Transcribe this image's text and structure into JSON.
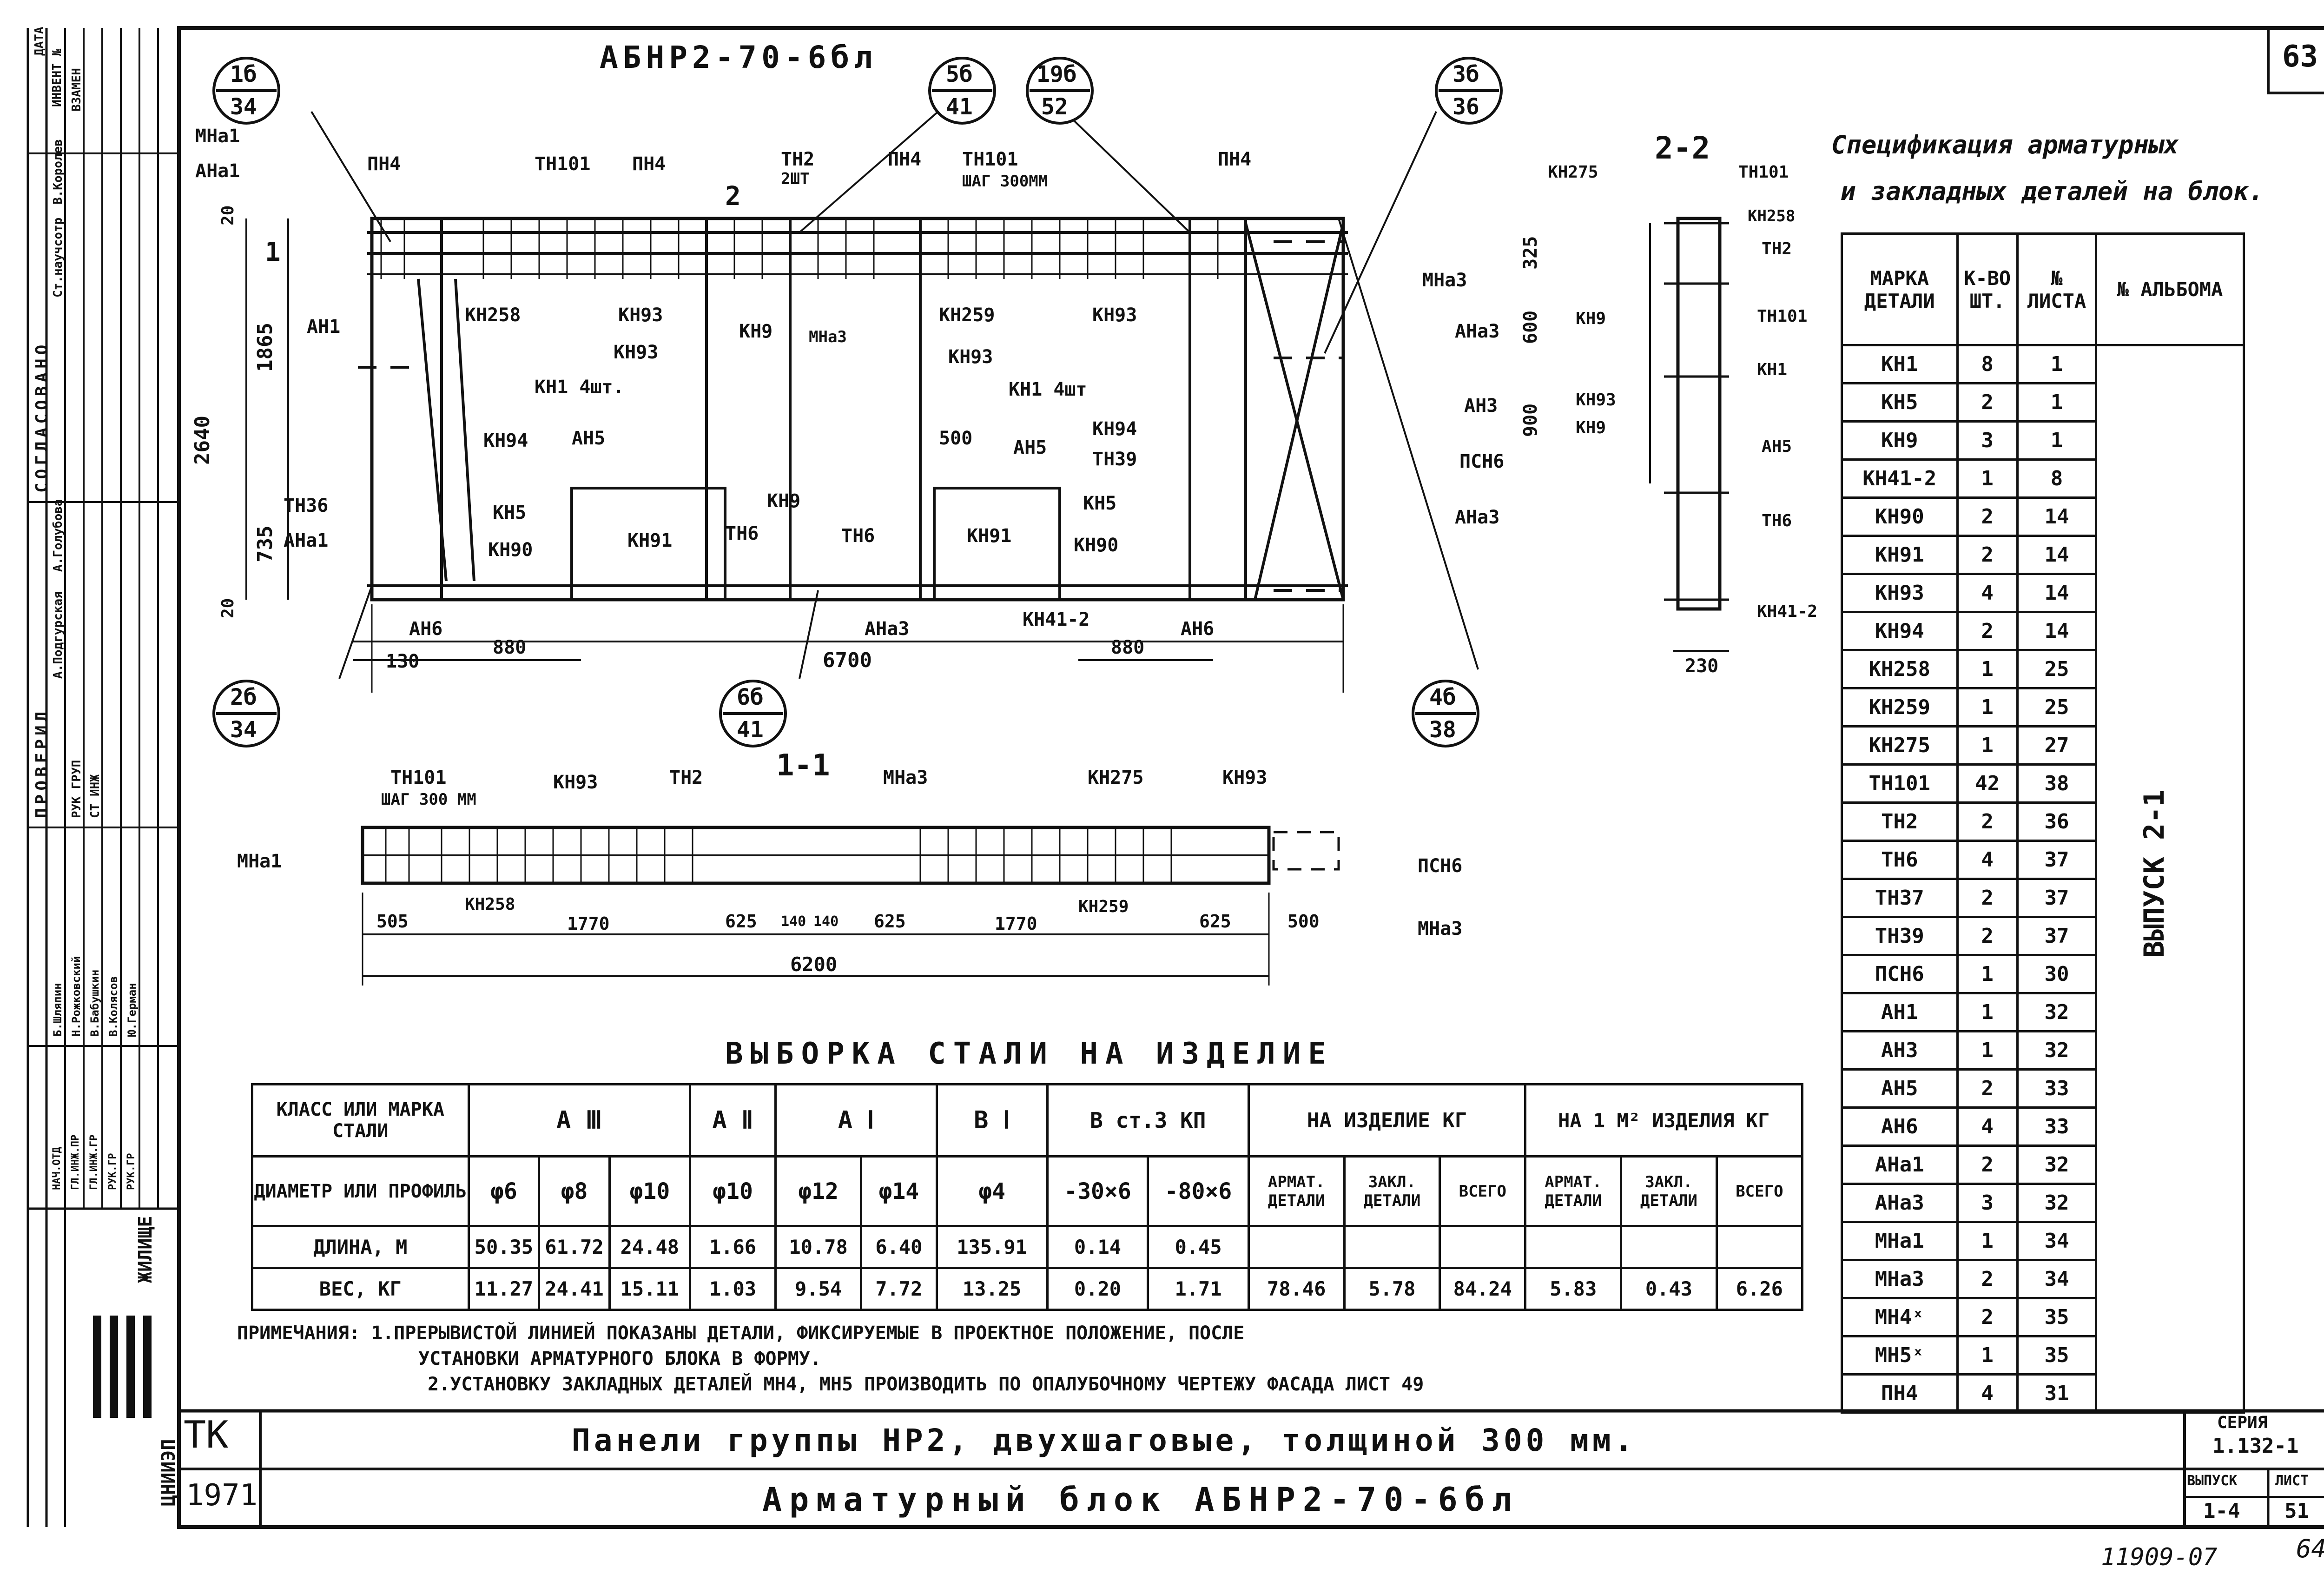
{
  "sheet_number": "63",
  "handwritten_number": "64",
  "drawing_title": "АБНР2-70-6бл",
  "section_2_2_label": "2-2",
  "section_1_1_label": "1-1",
  "stamp_labels": {
    "data": "ДАТА",
    "invent": "ИНВЕНТ №",
    "vzamen": "ВЗАМЕН",
    "soglasovano": "СОГЛАСОВАНО",
    "st_nauch_sotr": "Ст.научсотр",
    "korolev": "В.Королев",
    "golubova": "А.Голубова",
    "provereno": "ПРОВЕРИЛ",
    "podgurskaya": "А.Подгурская",
    "rukgrupp": "РУК ГРУП",
    "st_inzh": "СТ ИНЖ",
    "shlyapin": "Б.Шляпин",
    "rozhkovsky": "Н.Рожковский",
    "babushkin": "В.Бабушкин",
    "kolyasov": "В.Колясов",
    "germanyu": "Ю.Герман",
    "nach_otd": "НАЧ.ОТД",
    "gl_inzh_proekta": "ГЛ.ИНЖ.ПР",
    "gl_inzh_gr": "ГЛ.ИНЖ.ГР",
    "ruk_gr": "РУК.ГР",
    "ruk_gr2": "РУК.ГР",
    "zhilishche": "ЖИЛИЩЕ",
    "institute": "ЦНИИЭП"
  },
  "callouts": [
    {
      "top": "1б",
      "bottom": "34"
    },
    {
      "top": "5б",
      "bottom": "41"
    },
    {
      "top": "19б",
      "bottom": "52"
    },
    {
      "top": "3б",
      "bottom": "36"
    },
    {
      "top": "2б",
      "bottom": "34"
    },
    {
      "top": "6б",
      "bottom": "41"
    },
    {
      "top": "4б",
      "bottom": "38"
    }
  ],
  "elevation_labels": {
    "mna1": "МНа1",
    "ana1_top": "АНа1",
    "pn4_a": "ПН4",
    "tn101_a": "ТН101",
    "pn4_b": "ПН4",
    "tn2": "ТН2",
    "tn2_sht": "2ШТ",
    "pn4_c": "ПН4",
    "tn101_b": "ТН101",
    "step": "ШАГ 300ММ",
    "pn4_d": "ПН4",
    "mna3": "МНа3",
    "ana3_a": "АНа3",
    "an3": "АН3",
    "psn6": "ПСН6",
    "ana3_b": "АНа3",
    "an1": "АН1",
    "kn258": "КН258",
    "kn93_a": "КН93",
    "kn93_b": "КН93",
    "kn9_a": "КН9",
    "mna3_b": "МНа3",
    "kn259": "КН259",
    "kn93_c": "КН93",
    "kn93_d": "КН93",
    "kn1_a": "КН1 4шт.",
    "kn1_b": "КН1 4шт",
    "kn94_a": "КН94",
    "an5_a": "АН5",
    "n500": "500",
    "an5_b": "АН5",
    "kn94_b": "КН94",
    "tn39": "ТН39",
    "tn36": "ТН36",
    "kn5_a": "КН5",
    "kn9_b": "КН9",
    "kn5_b": "КН5",
    "ana1_bot": "АНа1",
    "kn90_a": "КН90",
    "kn91_a": "КН91",
    "tn6_a": "ТН6",
    "tn6_b": "ТН6",
    "kn91_b": "КН91",
    "kn90_b": "КН90",
    "an6_a": "АН6",
    "ana3_c": "АНа3",
    "kn41_2": "КН41-2",
    "an6_b": "АН6",
    "d20_top": "20",
    "d1865": "1865",
    "d2640": "2640",
    "d735": "735",
    "d20_bot": "20",
    "d130": "130",
    "d880_a": "880",
    "d6700": "6700",
    "d880_b": "880",
    "cut1": "1",
    "cut2": "2"
  },
  "section22_labels": {
    "kn275": "КН275",
    "tn101": "ТН101",
    "kn258": "КН258",
    "tn2": "ТН2",
    "tn101_b": "ТН101",
    "kn9_a": "КН9",
    "kn1": "КН1",
    "kn93": "КН93",
    "kn9_b": "КН9",
    "an5": "АН5",
    "tn6": "ТН6",
    "kn41_2": "КН41-2",
    "d325": "325",
    "d600": "600",
    "d900": "900",
    "d230": "230"
  },
  "section11_labels": {
    "tn101": "ТН101",
    "step": "ШАГ 300 ММ",
    "kn93_a": "КН93",
    "tn2": "ТН2",
    "mna3_a": "МНа3",
    "kn275": "КН275",
    "kn93_b": "КН93",
    "mna1": "МНа1",
    "psn6": "ПСН6",
    "kn258": "КН258",
    "kn259": "КН259",
    "mna3_b": "МНа3",
    "d505": "505",
    "d1770_a": "1770",
    "d625_a": "625",
    "d140a": "140",
    "d140b": "140",
    "d625_b": "625",
    "d1770_b": "1770",
    "d625_c": "625",
    "d500": "500",
    "d6200": "6200"
  },
  "spec": {
    "title_line1": "Спецификация арматурных",
    "title_line2": "и закладных деталей на блок.",
    "headers": [
      "МАРКА ДЕТАЛИ",
      "К-ВО ШТ.",
      "№ ЛИСТА",
      "№ АЛЬБОМА"
    ],
    "album_text": "ВЫПУСК 2-1",
    "rows": [
      [
        "КН1",
        "8",
        "1"
      ],
      [
        "КН5",
        "2",
        "1"
      ],
      [
        "КН9",
        "3",
        "1"
      ],
      [
        "КН41-2",
        "1",
        "8"
      ],
      [
        "КН90",
        "2",
        "14"
      ],
      [
        "КН91",
        "2",
        "14"
      ],
      [
        "КН93",
        "4",
        "14"
      ],
      [
        "КН94",
        "2",
        "14"
      ],
      [
        "КН258",
        "1",
        "25"
      ],
      [
        "КН259",
        "1",
        "25"
      ],
      [
        "КН275",
        "1",
        "27"
      ],
      [
        "ТН101",
        "42",
        "38"
      ],
      [
        "ТН2",
        "2",
        "36"
      ],
      [
        "ТН6",
        "4",
        "37"
      ],
      [
        "ТН37",
        "2",
        "37"
      ],
      [
        "ТН39",
        "2",
        "37"
      ],
      [
        "ПСН6",
        "1",
        "30"
      ],
      [
        "АН1",
        "1",
        "32"
      ],
      [
        "АН3",
        "1",
        "32"
      ],
      [
        "АН5",
        "2",
        "33"
      ],
      [
        "АН6",
        "4",
        "33"
      ],
      [
        "АНа1",
        "2",
        "32"
      ],
      [
        "АНа3",
        "3",
        "32"
      ],
      [
        "МНа1",
        "1",
        "34"
      ],
      [
        "МНа3",
        "2",
        "34"
      ],
      [
        "МН4ˣ",
        "2",
        "35"
      ],
      [
        "МН5ˣ",
        "1",
        "35"
      ],
      [
        "ПН4",
        "4",
        "31"
      ]
    ]
  },
  "steel": {
    "title": "ВЫБОРКА СТАЛИ НА ИЗДЕЛИЕ",
    "h_class": "КЛАСС ИЛИ МАРКА СТАЛИ",
    "h_a3": "А Ⅲ",
    "h_a2": "А Ⅱ",
    "h_a1": "А Ⅰ",
    "h_v1": "В Ⅰ",
    "h_vst": "В ст.3 КП",
    "h_item": "НА ИЗДЕЛИЕ КГ",
    "h_m2": "НА 1 М² ИЗДЕЛИЯ КГ",
    "h_diam": "ДИАМЕТР ИЛИ ПРОФИЛЬ",
    "profiles": [
      "φ6",
      "φ8",
      "φ10",
      "φ10",
      "φ12",
      "φ14",
      "φ4",
      "-30×6",
      "-80×6"
    ],
    "sub": [
      "АРМАТ. ДЕТАЛИ",
      "ЗАКЛ. ДЕТАЛИ",
      "ВСЕГО",
      "АРМАТ. ДЕТАЛИ",
      "ЗАКЛ. ДЕТАЛИ",
      "ВСЕГО"
    ],
    "row_length_label": "ДЛИНА, М",
    "row_length": [
      "50.35",
      "61.72",
      "24.48",
      "1.66",
      "10.78",
      "6.40",
      "135.91",
      "0.14",
      "0.45"
    ],
    "row_weight_label": "ВЕС, КГ",
    "row_weight": [
      "11.27",
      "24.41",
      "15.11",
      "1.03",
      "9.54",
      "7.72",
      "13.25",
      "0.20",
      "1.71"
    ],
    "weight_totals": [
      "78.46",
      "5.78",
      "84.24",
      "5.83",
      "0.43",
      "6.26"
    ]
  },
  "notes": {
    "n1a": "ПРИМЕЧАНИЯ: 1.ПРЕРЫВИСТОЙ ЛИНИЕЙ ПОКАЗАНЫ ДЕТАЛИ, ФИКСИРУЕМЫЕ В ПРОЕКТНОЕ ПОЛОЖЕНИЕ, ПОСЛЕ",
    "n1b": "УСТАНОВКИ АРМАТУРНОГО БЛОКА В ФОРМУ.",
    "n2": "2.УСТАНОВКУ ЗАКЛАДНЫХ ДЕТАЛЕЙ МН4, МН5 ПРОИЗВОДИТЬ ПО ОПАЛУБОЧНОМУ ЧЕРТЕЖУ ФАСАДА ЛИСТ 49"
  },
  "titleblock": {
    "tk": "ТК",
    "year": "1971",
    "line1": "Панели группы НР2, двухшаговые, толщиной 300 мм.",
    "line2": "Арматурный блок АБНР2-70-6бл",
    "seria_label": "СЕРИЯ",
    "seria": "1.132-1",
    "vypusk_label": "ВЫПУСК",
    "vypusk": "1-4",
    "list_label": "ЛИСТ",
    "list": "51"
  },
  "footer_code": "11909-07"
}
